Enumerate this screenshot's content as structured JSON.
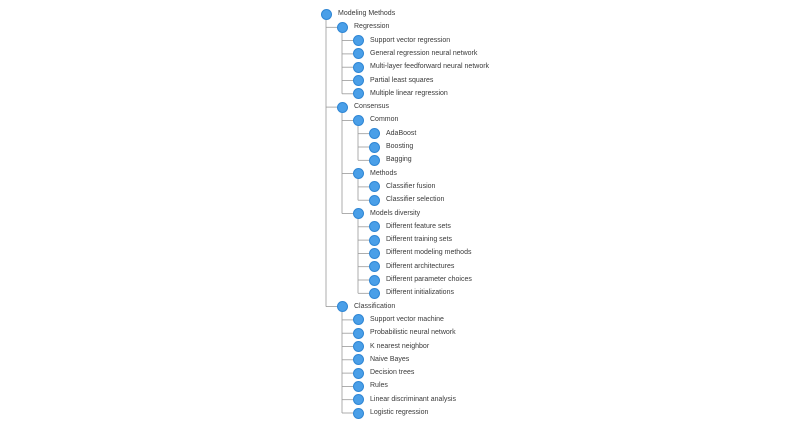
{
  "tree": {
    "label": "Modeling Methods",
    "children": [
      {
        "label": "Regression",
        "children": [
          {
            "label": "Support vector regression"
          },
          {
            "label": "General regression neural network"
          },
          {
            "label": "Multi-layer feedforward neural network"
          },
          {
            "label": "Partial least squares"
          },
          {
            "label": "Multiple linear regression"
          }
        ]
      },
      {
        "label": "Consensus",
        "children": [
          {
            "label": "Common",
            "children": [
              {
                "label": "AdaBoost"
              },
              {
                "label": "Boosting"
              },
              {
                "label": "Bagging"
              }
            ]
          },
          {
            "label": "Methods",
            "children": [
              {
                "label": "Classifier fusion"
              },
              {
                "label": "Classifier selection"
              }
            ]
          },
          {
            "label": "Models diversity",
            "children": [
              {
                "label": "Different feature sets"
              },
              {
                "label": "Different training sets"
              },
              {
                "label": "Different modeling methods"
              },
              {
                "label": "Different architectures"
              },
              {
                "label": "Different parameter choices"
              },
              {
                "label": "Different initializations"
              }
            ]
          }
        ]
      },
      {
        "label": "Classification",
        "children": [
          {
            "label": "Support vector machine"
          },
          {
            "label": "Probabilistic neural network"
          },
          {
            "label": "K nearest neighbor"
          },
          {
            "label": "Naive Bayes"
          },
          {
            "label": "Decision trees"
          },
          {
            "label": "Rules"
          },
          {
            "label": "Linear discriminant analysis"
          },
          {
            "label": "Logistic regression"
          }
        ]
      }
    ]
  },
  "colors": {
    "node_fill": "#4a9fe8",
    "node_stroke": "#2f86d4",
    "connector": "#9a9a9a",
    "text": "#3a3a3a"
  }
}
